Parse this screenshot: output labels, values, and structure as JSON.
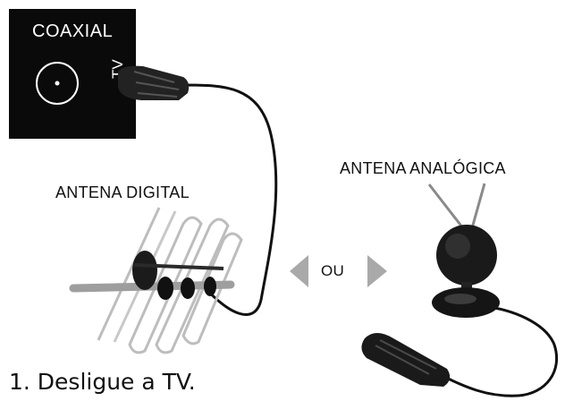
{
  "connector_panel": {
    "title": "COAXIAL",
    "port_label": "TV"
  },
  "labels": {
    "digital_antenna": "ANTENA DIGITAL",
    "analog_antenna": "ANTENA ANALÓGICA",
    "choice": "OU"
  },
  "caption": "1. Desligue a TV."
}
